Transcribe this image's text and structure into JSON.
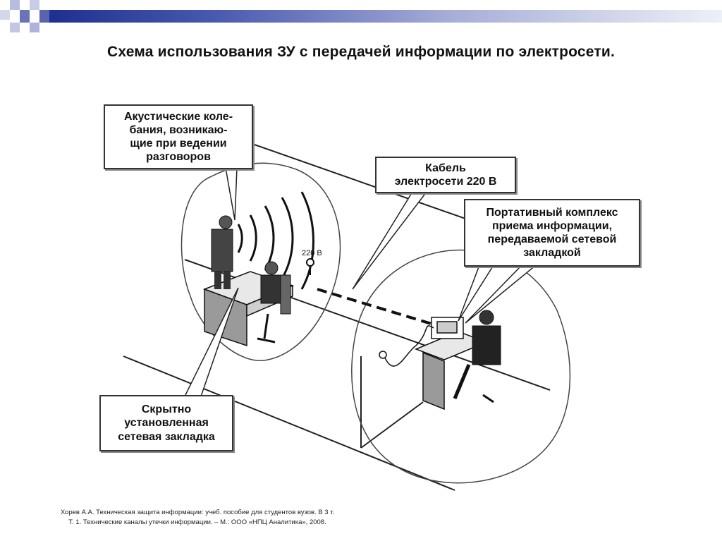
{
  "title": "Схема использования ЗУ с передачей информации по электросети.",
  "callouts": {
    "acoustic": "Акустические коле-\nбания, возникаю-\nщие при ведении\nразговоров",
    "cable": "Кабель\nэлектросети 220 В",
    "portable": "Портативный комплекс\nприема информации,\nпередаваемой сетевой\nзакладкой",
    "implant": "Скрытно\nустановленная\nсетевая закладка"
  },
  "socket_label": "220 В",
  "citation": {
    "line1": "Хорев А.А.  Техническая  защита информации: учеб. пособие для студентов вузов. В 3 т.",
    "line2": "Т. 1. Технические каналы утечки информации. – М.: ООО «НПЦ Аналитика», 2008."
  },
  "colors": {
    "header_dark": "#1f2f8f",
    "header_mid": "#7f88c4",
    "header_light": "#eef0f8"
  }
}
